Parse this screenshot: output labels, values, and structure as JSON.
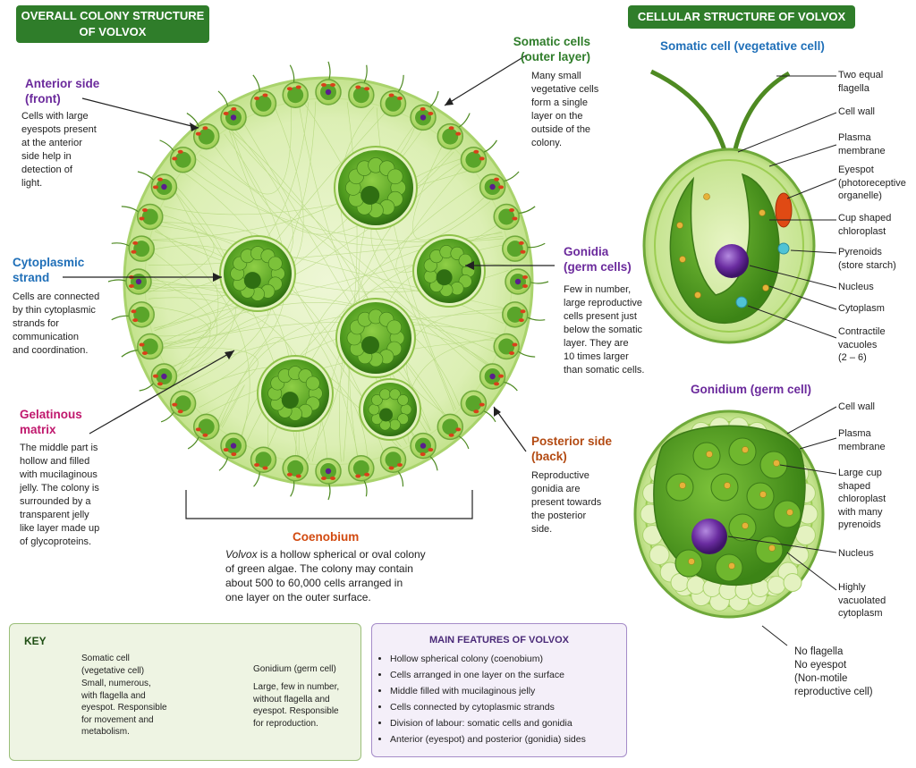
{
  "left_title": "OVERALL COLONY STRUCTURE\nOF VOLVOX",
  "right_title": "CELLULAR STRUCTURE OF VOLVOX",
  "colony_labels": {
    "anterior": {
      "heading": "Anterior side\n(front)",
      "text": "Cells with large\neyespots present\nat the anterior\nside help in\ndetection of\nlight."
    },
    "cytoplasmic": {
      "heading": "Cytoplasmic\nstrand",
      "text": "Cells are connected\nby thin cytoplasmic\nstrands for\ncommunication\nand coordination."
    },
    "gelatinous": {
      "heading": "Gelatinous\nmatrix",
      "text": "The middle part is\nhollow and filled\nwith mucilaginous\njelly. The colony is\nsurrounded by a\ntransparent jelly\nlike layer made up\nof glycoproteins."
    },
    "somatic": {
      "heading": "Somatic cells\n(outer layer)",
      "text": "Many small\nvegetative cells\nform a single\nlayer on the\noutside of the\ncolony."
    },
    "gonidia": {
      "heading": "Gonidia\n(germ cells)",
      "text": "Few in number,\nlarge reproductive\ncells present just\nbelow the somatic\nlayer. They are\n10 times larger\nthan somatic cells."
    },
    "posterior": {
      "heading": "Posterior side\n(back)",
      "text": "Reproductive\ngonidia are\npresent towards\nthe posterior\nside."
    },
    "coenobium": {
      "heading": "Coenobium",
      "text_italic": "Volvox",
      "text": " is a hollow spherical or oval colony\nof green algae. The colony may contain\nabout 500 to 60,000 cells arranged in\none layer on the outer surface."
    }
  },
  "somatic_cell": {
    "title": "Somatic cell (vegetative cell)",
    "labels": [
      "Two equal\nflagella",
      "Cell wall",
      "Plasma\nmembrane",
      "Eyespot\n(photoreceptive\norganelle)",
      "Cup shaped\nchloroplast",
      "Pyrenoids\n(store starch)",
      "Nucleus",
      "Cytoplasm",
      "Contractile\nvacuoles\n(2 – 6)"
    ]
  },
  "gonidium": {
    "title": "Gonidium (germ cell)",
    "labels": [
      "Cell wall",
      "Plasma\nmembrane",
      "Large cup\nshaped\nchloroplast\nwith many\npyrenoids",
      "Nucleus",
      "Highly\nvacuolated\ncytoplasm"
    ],
    "note": "No flagella\nNo eyespot\n(Non-motile\nreproductive cell)"
  },
  "key": {
    "title": "KEY",
    "somatic_name": "Somatic cell\n(vegetative cell)",
    "somatic_desc": "Small, numerous,\nwith flagella and\neyespot. Responsible\nfor movement and\nmetabolism.",
    "gonidium_name": "Gonidium (germ cell)",
    "gonidium_desc": "Large, few in number,\nwithout flagella and\neyespot. Responsible\nfor reproduction."
  },
  "features": {
    "title": "MAIN FEATURES OF VOLVOX",
    "items": [
      "Hollow spherical colony (coenobium)",
      "Cells arranged in one layer on the surface",
      "Middle filled with mucilaginous jelly",
      "Cells connected by cytoplasmic strands",
      "Division of labour: somatic cells and gonidia",
      "Anterior (eyespot) and posterior (gonidia) sides"
    ]
  },
  "colors": {
    "banner": "#2f7d2a",
    "cell_green": "#5aa52a",
    "nucleus": "#6a2ca0"
  }
}
